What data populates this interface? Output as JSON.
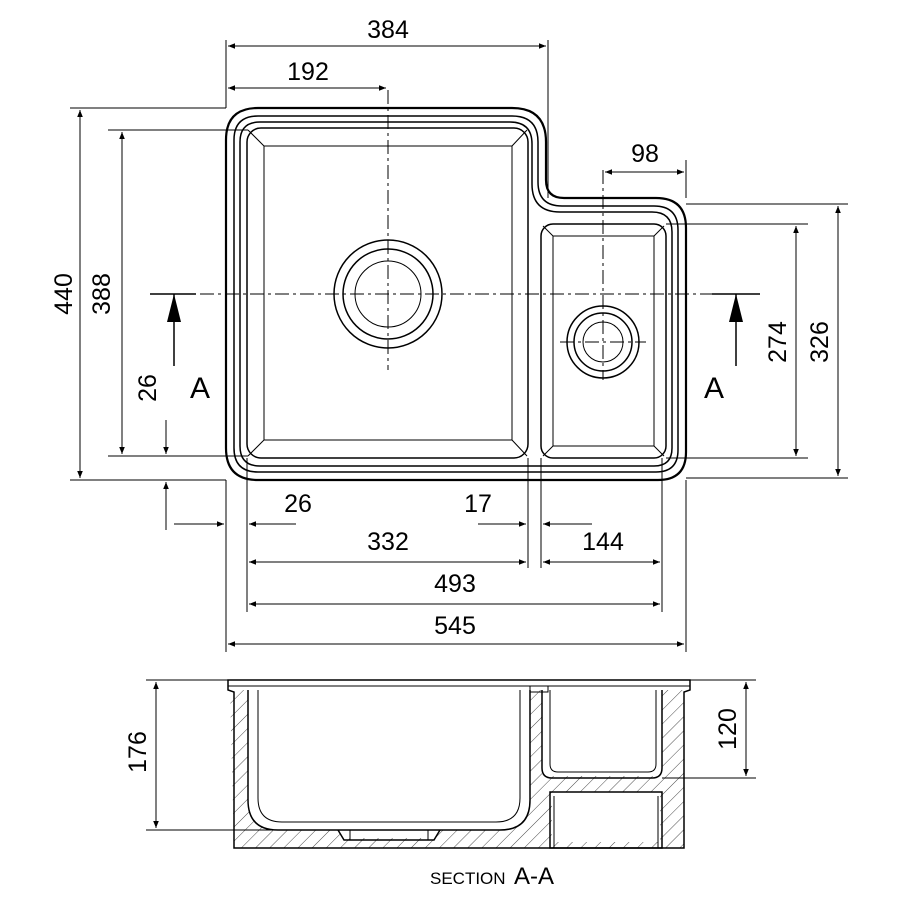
{
  "drawing": {
    "dimensions": {
      "top_overall_width": "384",
      "top_half_width": "192",
      "small_bowl_offset": "98",
      "overall_height": "440",
      "large_bowl_height": "388",
      "small_bowl_height": "274",
      "small_section_height": "326",
      "bottom_margin": "26",
      "left_margin": "26",
      "divider_width": "17",
      "large_bowl_width": "332",
      "small_bowl_width": "144",
      "inner_width": "493",
      "overall_width": "545",
      "section_depth": "176",
      "small_bowl_depth": "120"
    },
    "section_marker_left": "A",
    "section_marker_right": "A",
    "section_caption": {
      "prefix": "SECTION",
      "letters": "A-A"
    }
  }
}
